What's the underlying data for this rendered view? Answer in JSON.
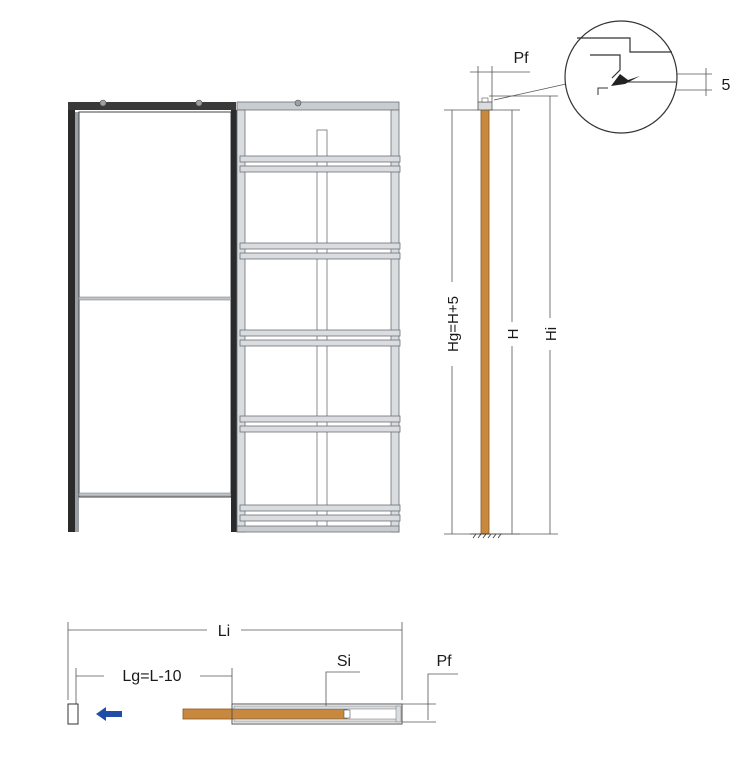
{
  "labels": {
    "pf_top": "Pf",
    "five": "5",
    "hg": "Hg=H+5",
    "h": "H",
    "hi": "Hi",
    "li": "Li",
    "lg": "Lg=L-10",
    "si": "Si",
    "pf_bottom": "Pf"
  },
  "colors": {
    "wood": "#c8893f",
    "wood_dark": "#8a5a22",
    "steel": "#d9dde0",
    "steel_dark": "#8c9196",
    "frame_dark": "#2b2b2b",
    "arrow": "#1f4ea8"
  },
  "icons": {
    "direction_arrow": "arrow-left-icon"
  }
}
